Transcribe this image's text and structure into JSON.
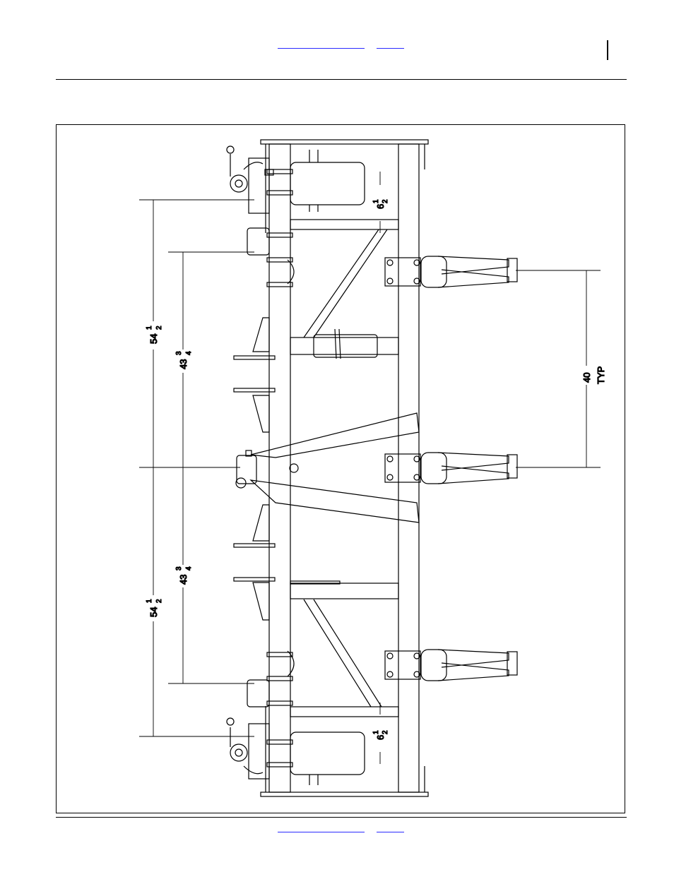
{
  "dimensions": {
    "d_54_top": {
      "whole": "54",
      "num": "1",
      "den": "2"
    },
    "d_43_top": {
      "whole": "43",
      "num": "3",
      "den": "4"
    },
    "d_54_bottom": {
      "whole": "54",
      "num": "1",
      "den": "2"
    },
    "d_43_bottom": {
      "whole": "43",
      "num": "3",
      "den": "4"
    },
    "d_6_top": {
      "whole": "6",
      "num": "1",
      "den": "2"
    },
    "d_6_bottom": {
      "whole": "6",
      "num": "1",
      "den": "2"
    },
    "row_spacing": {
      "value": "40",
      "note": "TYP"
    }
  }
}
